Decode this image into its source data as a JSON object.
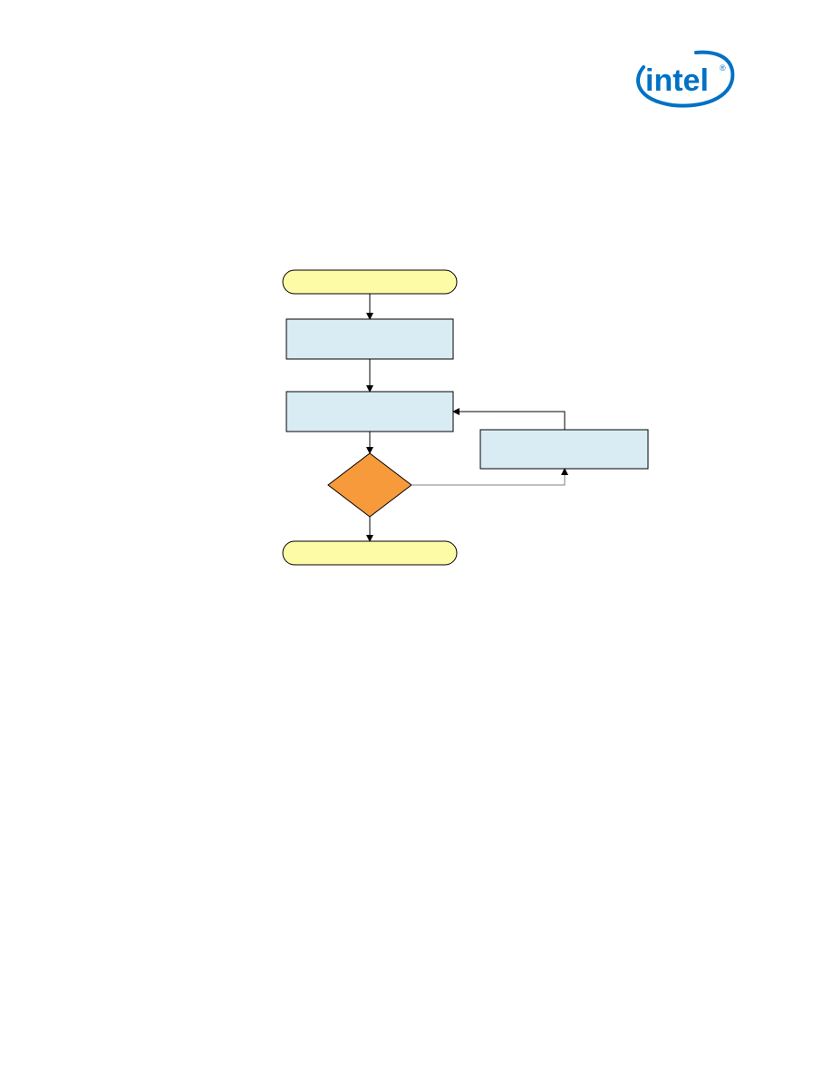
{
  "logo": {
    "text": "intel",
    "registered_mark": "®",
    "color": "#0071c5"
  },
  "flowchart": {
    "terminal_fill": "#fdfba5",
    "process_fill": "#d9ecf4",
    "decision_fill": "#f79a3b",
    "line_color": "#000000",
    "feedback_line_color": "#808080",
    "nodes": {
      "start": {
        "shape": "terminal",
        "label": ""
      },
      "step_1": {
        "shape": "process",
        "label": ""
      },
      "step_2": {
        "shape": "process",
        "label": ""
      },
      "decision": {
        "shape": "decision",
        "label": ""
      },
      "side_step": {
        "shape": "process",
        "label": ""
      },
      "end": {
        "shape": "terminal",
        "label": ""
      }
    }
  }
}
